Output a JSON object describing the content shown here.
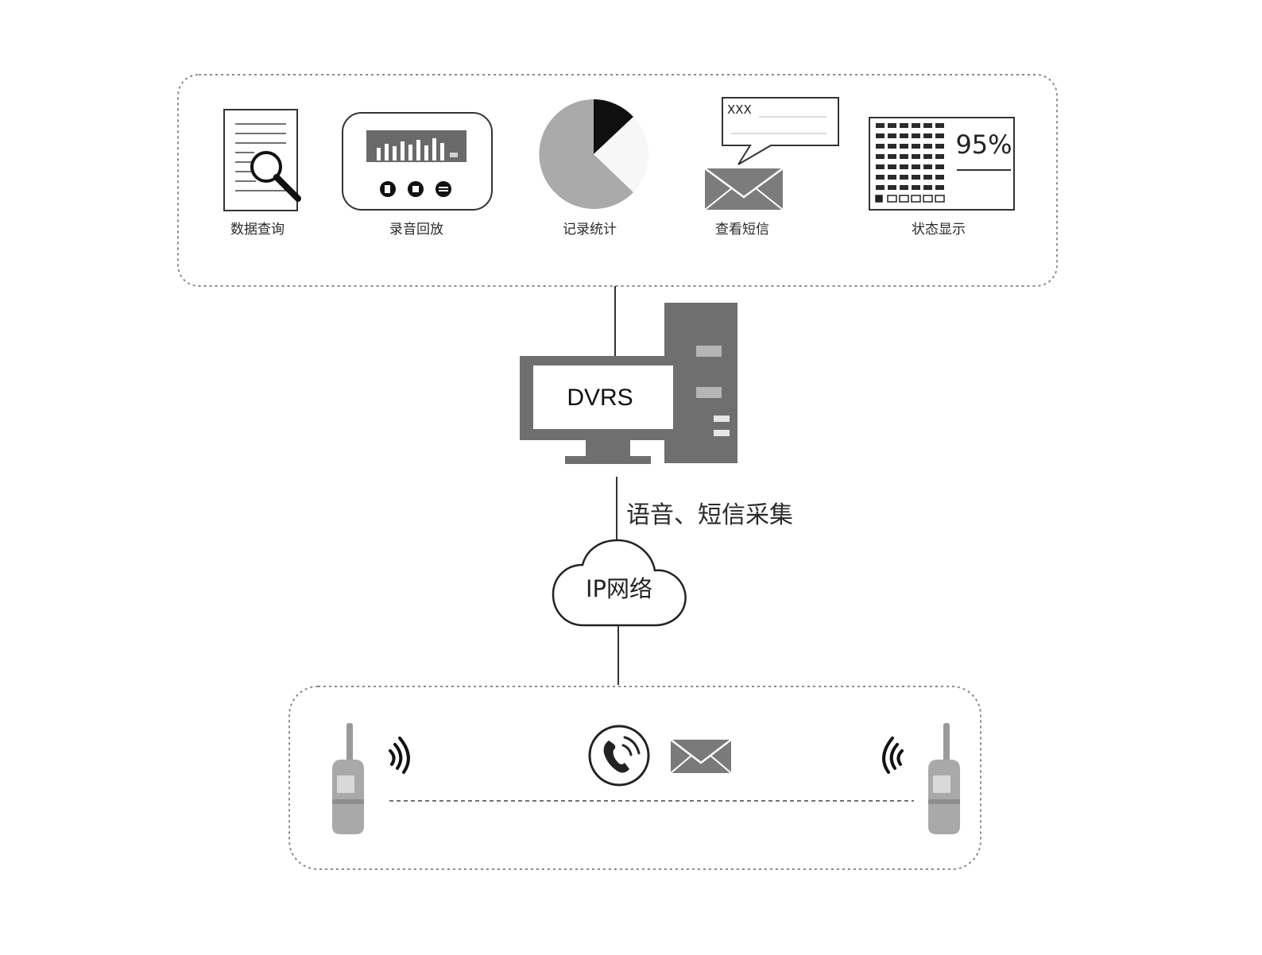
{
  "functions": [
    {
      "label": "数据查询",
      "icon": "document-search-icon"
    },
    {
      "label": "录音回放",
      "icon": "audio-player-icon"
    },
    {
      "label": "记录统计",
      "icon": "pie-chart-icon"
    },
    {
      "label": "查看短信",
      "icon": "sms-message-icon"
    },
    {
      "label": "状态显示",
      "icon": "status-panel-icon"
    }
  ],
  "status_panel": {
    "percent": "95%"
  },
  "message_sample": "XXX",
  "server": {
    "label": "DVRS",
    "icon": "computer-icon"
  },
  "collect_label": "语音、短信采集",
  "network": {
    "label": "IP网络",
    "icon": "cloud-icon"
  },
  "terminals": {
    "left_radio": "walkie-talkie-icon",
    "right_radio": "walkie-talkie-icon",
    "call_icon": "phone-call-icon",
    "message_icon": "envelope-icon"
  },
  "colors": {
    "icon_gray": "#7a7a7a",
    "light_gray": "#a9a9a9",
    "dark": "#111111",
    "line": "#333333"
  }
}
